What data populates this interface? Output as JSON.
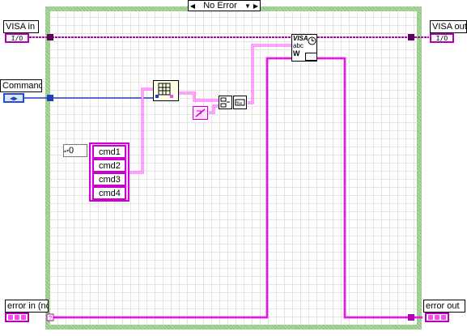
{
  "case_selector": {
    "label": "No Error",
    "left_arrow": "◀",
    "right_arrow": "▶"
  },
  "controls": {
    "visa_in": {
      "label": "VISA in",
      "terminal_text": "I/O"
    },
    "command": {
      "label": "Command"
    },
    "error_in": {
      "label": "error in (no"
    }
  },
  "indicators": {
    "visa_out": {
      "label": "VISA out",
      "terminal_text": "I/O"
    },
    "error_out": {
      "label": "error out"
    }
  },
  "array_constant": {
    "index": "0",
    "items": [
      "cmd1",
      "cmd2",
      "cmd3",
      "cmd4"
    ]
  },
  "visa_write": {
    "title": "VISA",
    "sub": "abc",
    "mode": "W"
  },
  "colors": {
    "string_wire": "#ff44ff",
    "cluster_wire": "#b000b0",
    "enum_wire": "#1f3fbf",
    "frame": "#a9d99a"
  }
}
